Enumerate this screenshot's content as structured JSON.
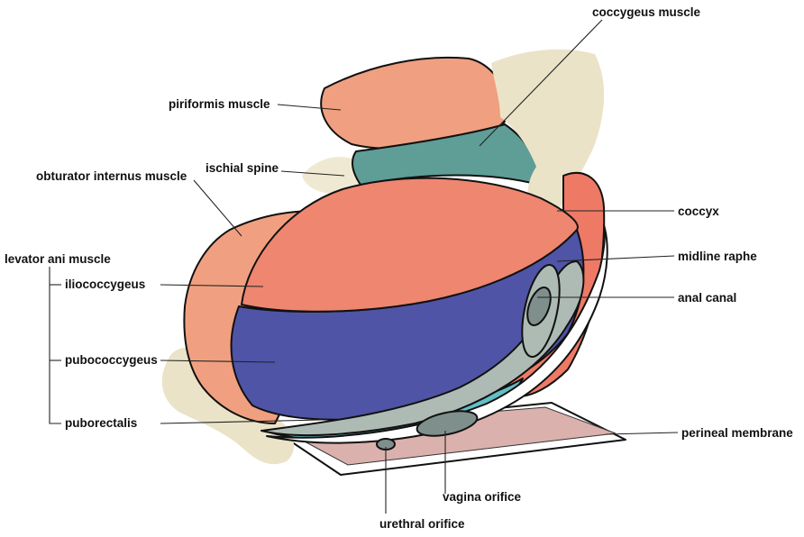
{
  "labels": {
    "coccygeus_muscle": "coccygeus muscle",
    "piriformis_muscle": "piriformis muscle",
    "ischial_spine": "ischial spine",
    "obturator_internus_muscle": "obturator internus muscle",
    "levator_ani_muscle": "levator ani muscle",
    "iliococcygeus": "iliococcygeus",
    "pubococcygeus": "pubococcygeus",
    "puborectalis": "puborectalis",
    "coccyx": "coccyx",
    "midline_raphe": "midline raphe",
    "anal_canal": "anal canal",
    "perineal_membrane": "perineal membrane",
    "vagina_orifice": "vagina orifice",
    "urethral_orifice": "urethral orifice"
  },
  "colors": {
    "bone": "#ebe3c8",
    "piriformis": "#f0a080",
    "coccygeus": "#5e9e96",
    "obturator": "#f0a080",
    "iliococcygeus": "#ee8670",
    "pubococcygeus": "#4f54a6",
    "puborectalis": "#aebbb5",
    "anal_canal": "#7f8f8c",
    "perineal_membrane": "#dbb1ad",
    "inner_ring": "#62bfc5",
    "inner_red": "#ee7a66"
  }
}
